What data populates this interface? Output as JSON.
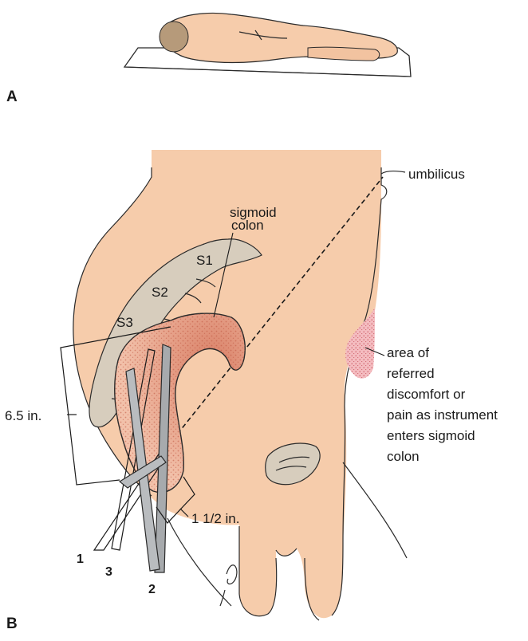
{
  "panels": {
    "a": "A",
    "b": "B"
  },
  "labels": {
    "umbilicus": "umbilicus",
    "sigmoid_colon": [
      "sigmoid",
      "colon"
    ],
    "sacrum": [
      "S1",
      "S2",
      "S3"
    ],
    "referred_pain": [
      "area of",
      "referred",
      "discomfort or",
      "pain as instrument",
      "enters sigmoid",
      "colon"
    ],
    "depth_total": "6.5 in.",
    "depth_short": "1 1/2 in."
  },
  "instrument_numbers": [
    "1",
    "2",
    "3"
  ],
  "colors": {
    "skin": "#f6ccab",
    "skin_shade": "#ecb48f",
    "sacrum": "#d7cdbd",
    "colon": "#e3957c",
    "colon_dots": "#c0553f",
    "referred_area": "#f4bcc0",
    "instrument": "#a7aaad",
    "outline": "#2a2a2a"
  }
}
